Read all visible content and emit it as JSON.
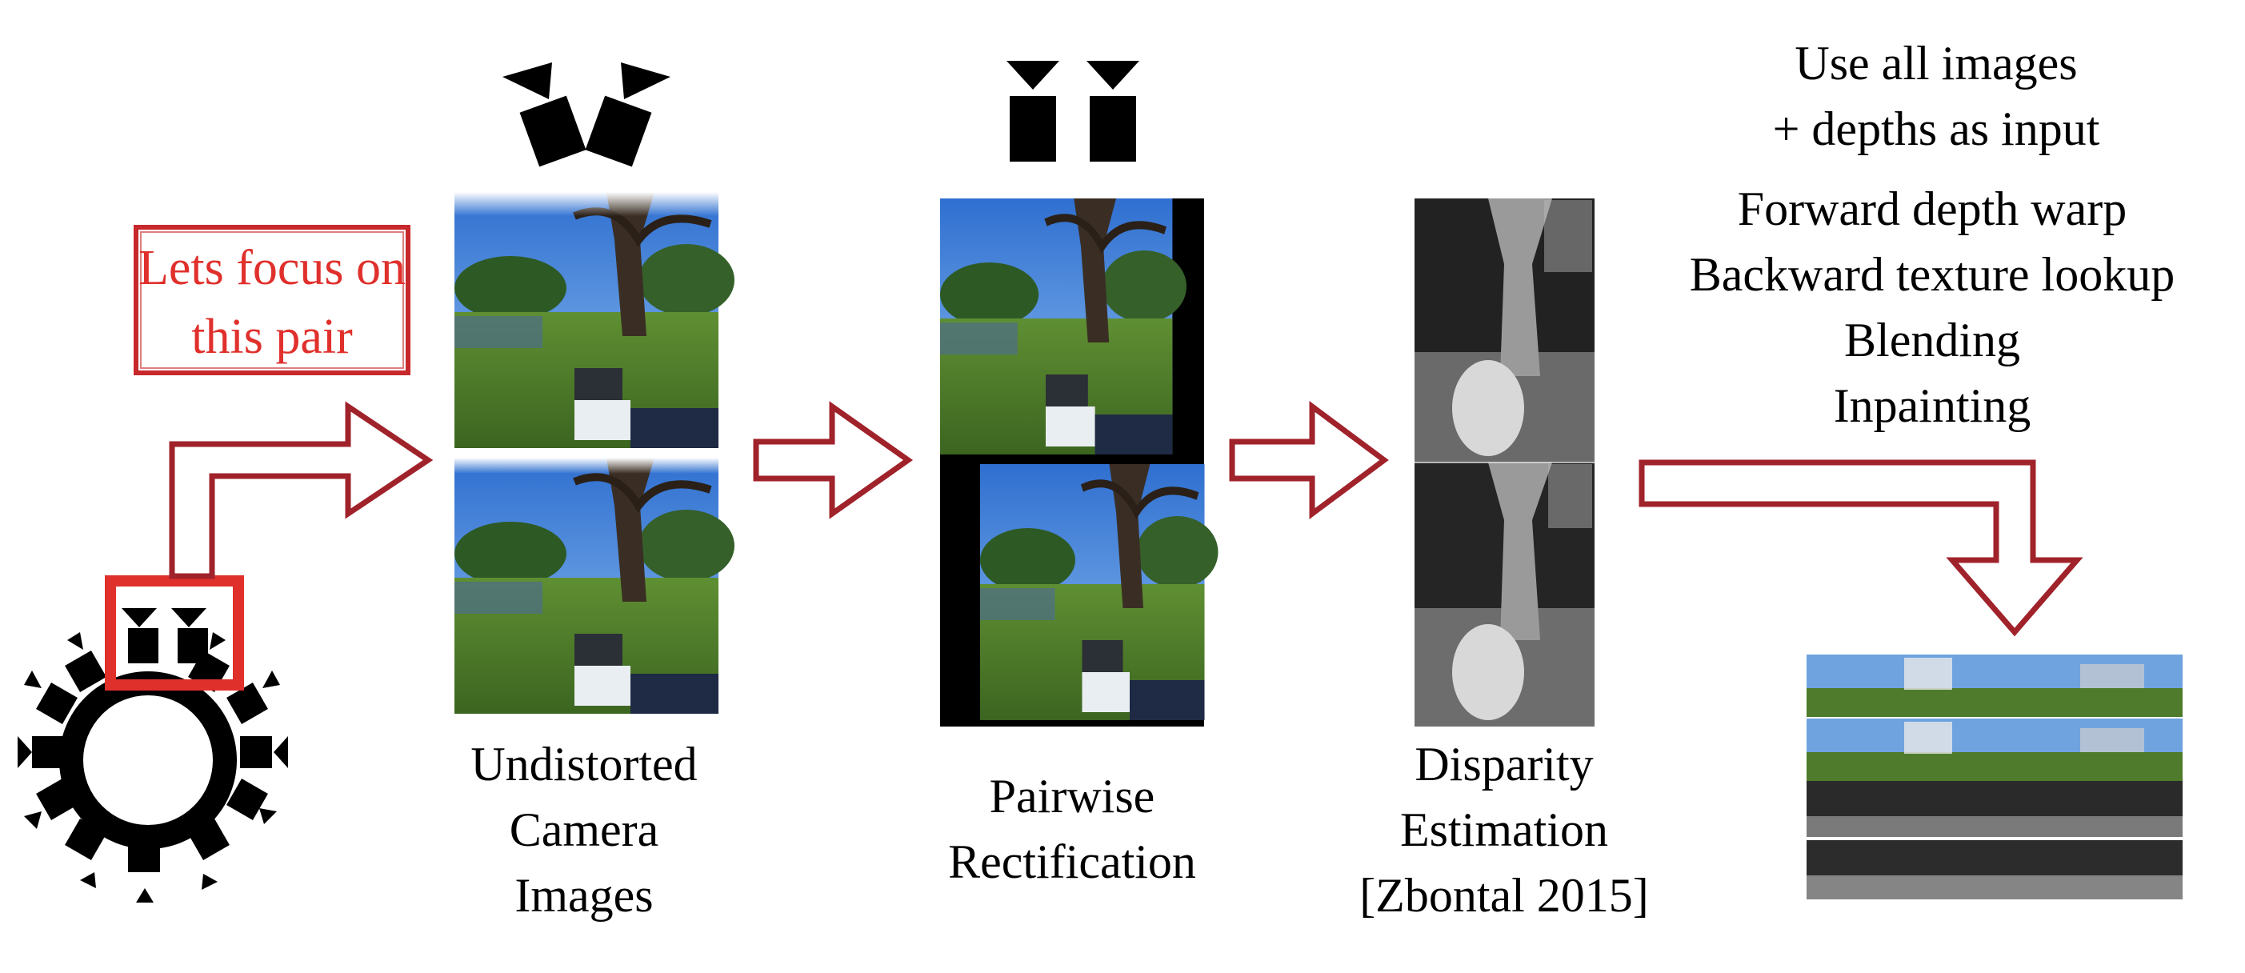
{
  "focus_note": {
    "lines": [
      "Lets focus",
      "on this pair"
    ]
  },
  "stage_labels": {
    "undistorted": [
      "Undistorted",
      "Camera",
      "Images"
    ],
    "rectification": [
      "Pairwise",
      "Rectification"
    ],
    "disparity": [
      "Disparity",
      "Estimation",
      "[Zbontal 2015]"
    ]
  },
  "output_notes": {
    "input": [
      "Use all images",
      "+ depths as input"
    ],
    "steps": [
      "Forward depth warp",
      "Backward texture lookup",
      "Blending",
      "Inpainting"
    ]
  },
  "colors": {
    "arrow": "#a0222a",
    "highlight": "#e0302c",
    "sky": "#3f7fd6",
    "grass": "#4d7a2a"
  },
  "icons": [
    "camera-icon",
    "camera-rig-icon",
    "arrow-icon"
  ]
}
